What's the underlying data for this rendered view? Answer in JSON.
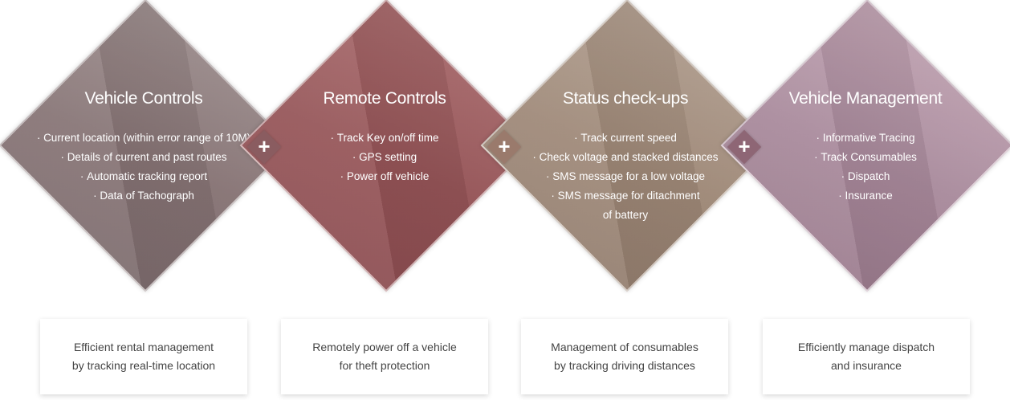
{
  "features": [
    {
      "title": "Vehicle Controls",
      "items": [
        "Current location (within error range of 10M)",
        "Details of current and past routes",
        "Automatic tracking report",
        "Data of Tachograph"
      ],
      "color": "#8f7d7e",
      "benefit": "Efficient rental management\nby tracking real-time location"
    },
    {
      "title": "Remote Controls",
      "items": [
        "Track Key on/off time",
        "GPS setting",
        "Power off vehicle"
      ],
      "color": "#9a5d60",
      "benefit": "Remotely power off a vehicle\nfor theft protection"
    },
    {
      "title": "Status check-ups",
      "items": [
        "Track current speed",
        "Check voltage and stacked distances",
        "SMS message for a low voltage",
        "SMS message for ditachment",
        "of battery"
      ],
      "color": "#a48f81",
      "benefit": "Management of consumables\nby tracking driving distances"
    },
    {
      "title": "Vehicle Management",
      "items": [
        "Informative Tracing",
        "Track Consumables",
        "Dispatch",
        "Insurance"
      ],
      "color": "#a98a9b",
      "benefit": "Efficiently manage dispatch\nand insurance"
    }
  ],
  "connector": {
    "symbol": "+",
    "colors": [
      "#8a5c60",
      "#9a7a6c",
      "#8e6675"
    ]
  }
}
